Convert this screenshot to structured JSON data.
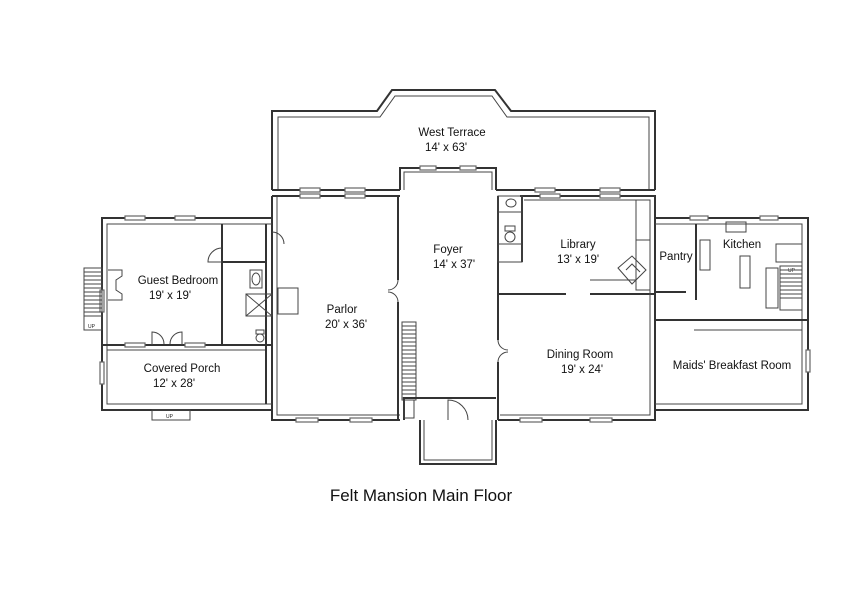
{
  "title": "Felt Mansion Main Floor",
  "rooms": {
    "west_terrace": {
      "name": "West Terrace",
      "dim": "14' x 63'"
    },
    "foyer": {
      "name": "Foyer",
      "dim": "14' x 37'"
    },
    "library": {
      "name": "Library",
      "dim": "13' x 19'"
    },
    "pantry": {
      "name": "Pantry"
    },
    "kitchen": {
      "name": "Kitchen"
    },
    "guest_bedroom": {
      "name": "Guest Bedroom",
      "dim": "19' x 19'"
    },
    "parlor": {
      "name": "Parlor",
      "dim": "20' x 36'"
    },
    "covered_porch": {
      "name": "Covered Porch",
      "dim": "12' x 28'"
    },
    "dining_room": {
      "name": "Dining Room",
      "dim": "19' x 24'"
    },
    "maids_breakfast_room": {
      "name": "Maids' Breakfast Room"
    }
  },
  "stair_labels": {
    "up": "UP"
  }
}
